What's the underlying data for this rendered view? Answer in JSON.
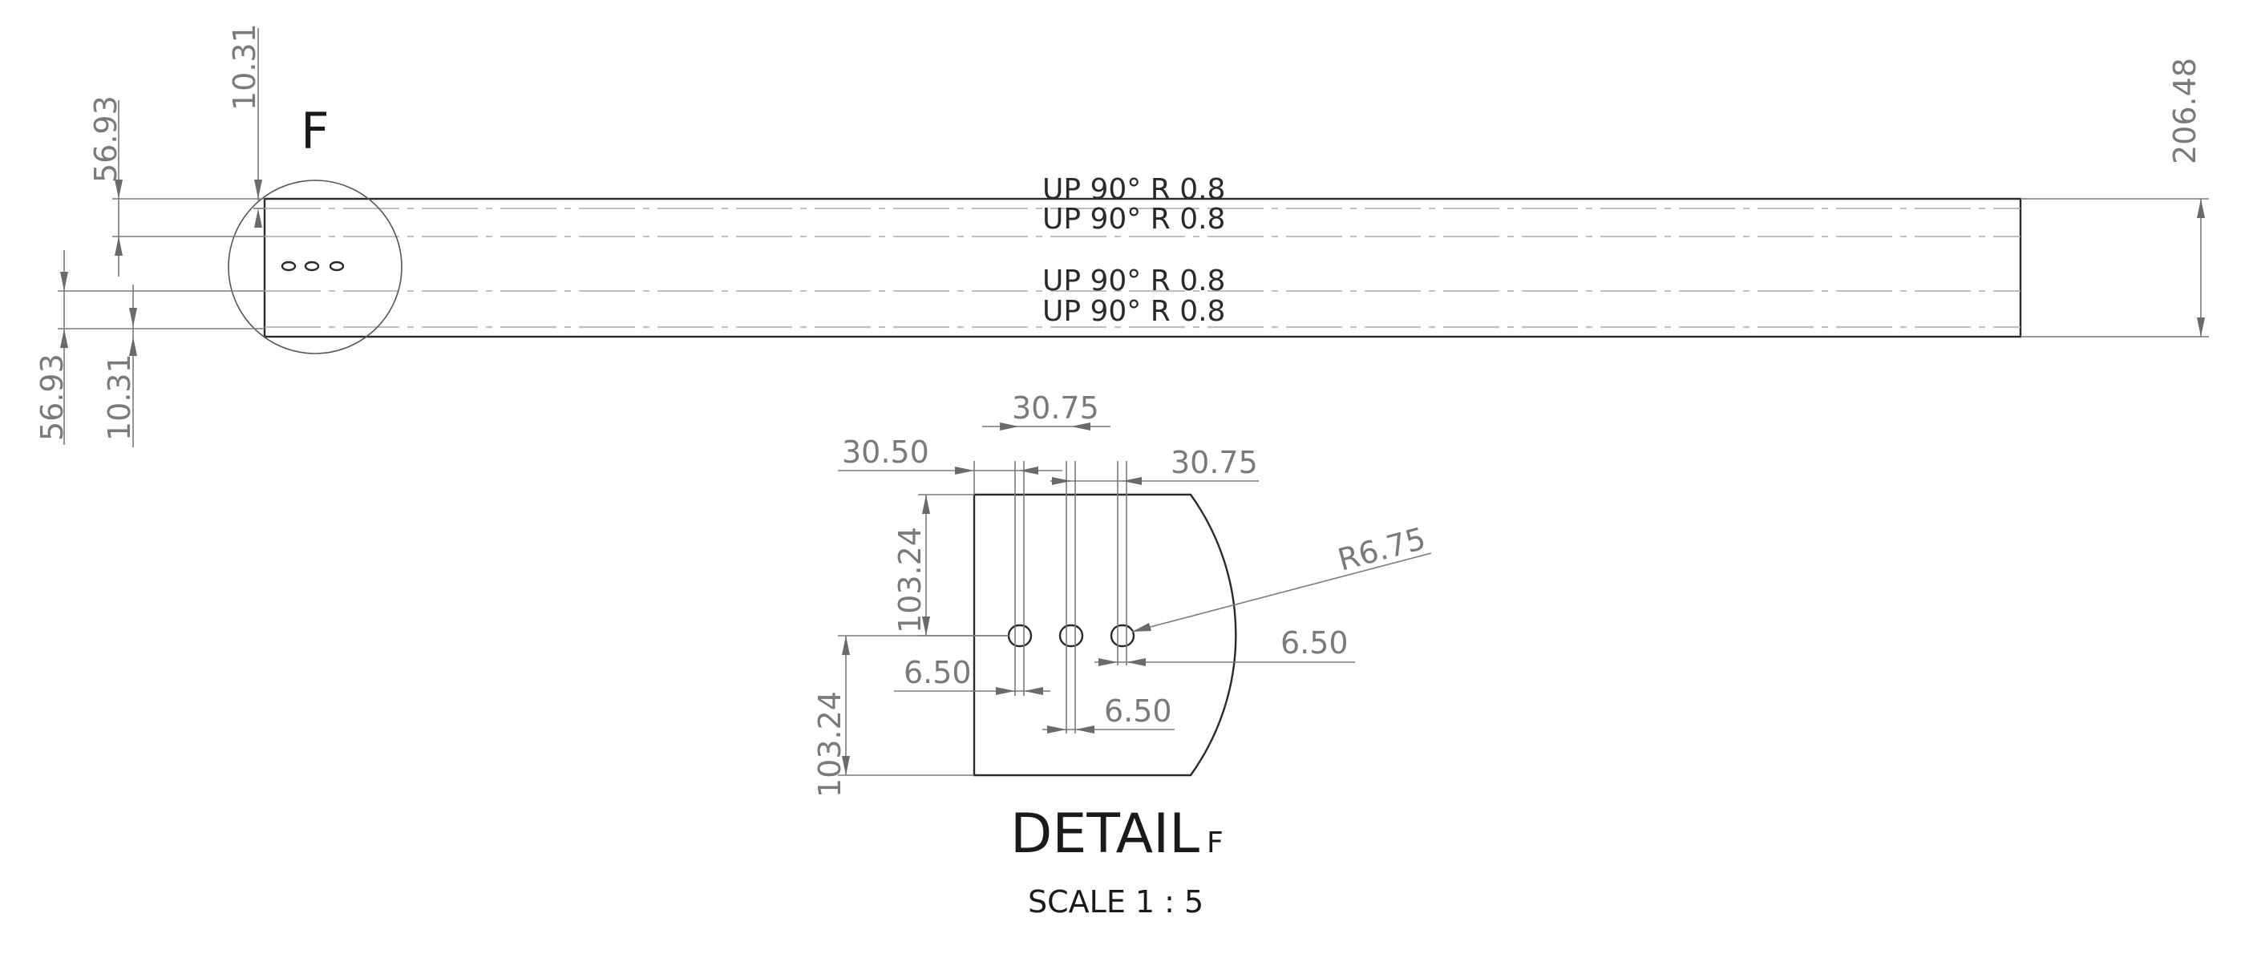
{
  "main_view": {
    "detail_callout": "F",
    "bend_notes": [
      "UP  90°  R 0.8",
      "UP  90°  R 0.8",
      "UP  90°  R 0.8",
      "UP  90°  R 0.8"
    ],
    "dims": {
      "top_flange": "10.31",
      "top_offset": "56.93",
      "bottom_offset": "56.93",
      "bottom_flange": "10.31",
      "overall_height": "206.48"
    }
  },
  "detail_view": {
    "title": "DETAIL",
    "title_suffix": "F",
    "scale": "SCALE  1 : 5",
    "dims": {
      "edge_to_slot1": "30.50",
      "pitch_top": "30.75",
      "pitch_right": "30.75",
      "height_top": "103.24",
      "height_bottom": "103.24",
      "radius": "R6.75",
      "slot_width_left": "6.50",
      "slot_width_mid": "6.50",
      "slot_width_right": "6.50"
    }
  },
  "colors": {
    "geometry": "#2a2a2a",
    "dimension": "#7a7a7a",
    "bend_line": "#a8a8a8"
  }
}
